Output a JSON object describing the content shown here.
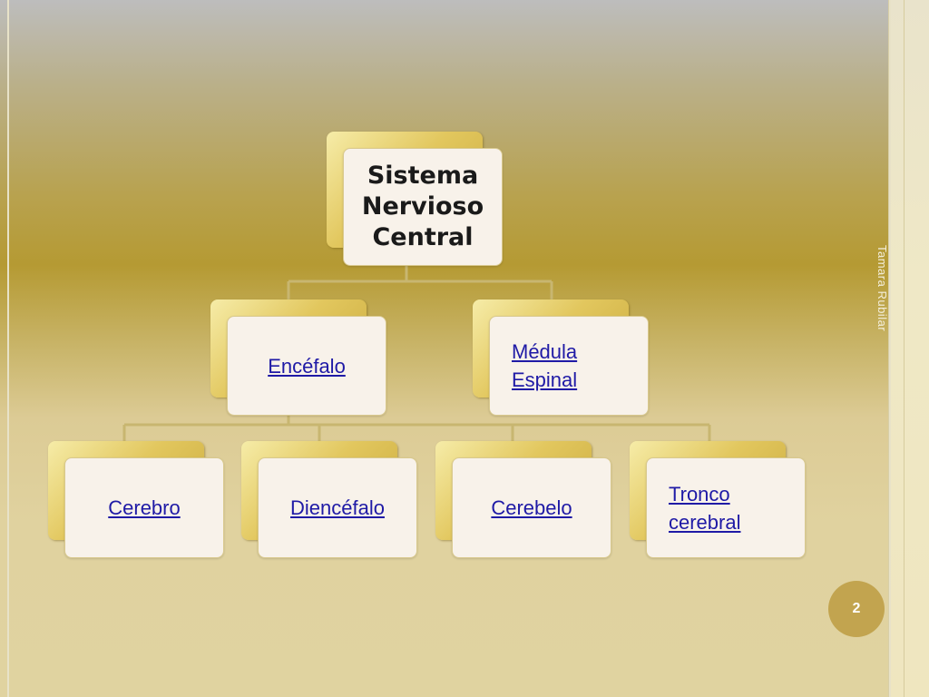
{
  "slide": {
    "author": "Tamara Rubilar",
    "page_number": "2"
  },
  "diagram": {
    "root": "Sistema Nervioso Central",
    "level1": [
      {
        "label": "Encéfalo"
      },
      {
        "label": "Médula Espinal"
      }
    ],
    "level2": [
      {
        "label": "Cerebro"
      },
      {
        "label": "Diencéfalo"
      },
      {
        "label": "Cerebelo"
      },
      {
        "label": "Tronco cerebral"
      }
    ]
  },
  "colors": {
    "link_text": "#1f1aa6",
    "box_gold": "#d9bb4e",
    "box_face": "#f8f2ea"
  }
}
